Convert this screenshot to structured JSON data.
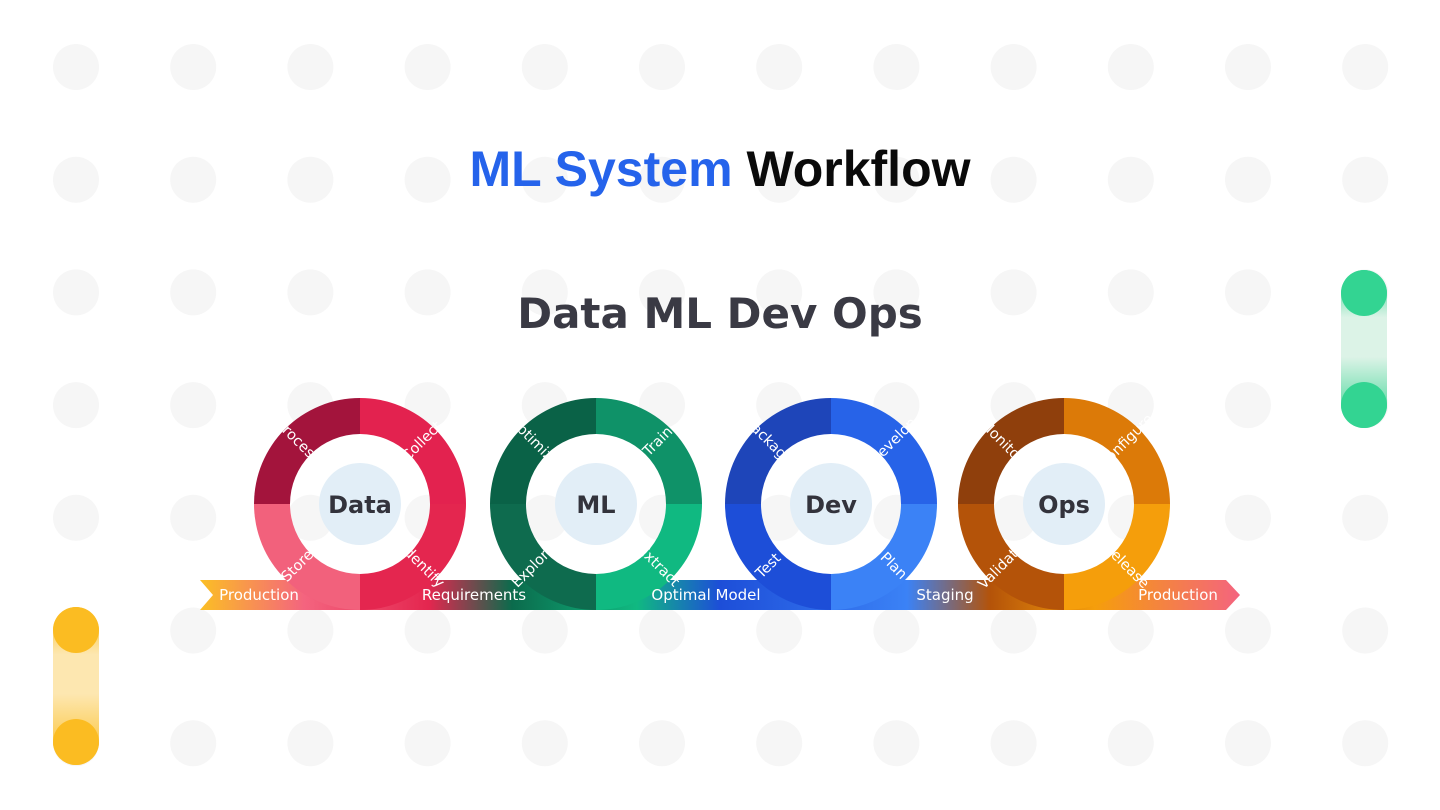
{
  "title": {
    "accent": "ML System",
    "rest": "Workflow"
  },
  "subtitle": "Data ML Dev Ops",
  "cycles": [
    {
      "name": "Data",
      "upper_left": "Process",
      "upper_right": "Collect",
      "lower_left": "Store",
      "lower_right": "Identify",
      "colors": {
        "upper_left": "#a3143c",
        "upper_right": "#e3224f",
        "lower_left": "#f2617c",
        "lower_right": "#e4264f"
      }
    },
    {
      "name": "ML",
      "upper_left": "Optimize",
      "upper_right": "Train",
      "lower_left": "Explore",
      "lower_right": "Extract",
      "colors": {
        "upper_left": "#0a6247",
        "upper_right": "#0f9268",
        "lower_left": "#0e6b4e",
        "lower_right": "#10b981"
      }
    },
    {
      "name": "Dev",
      "upper_left": "Package",
      "upper_right": "Develop",
      "lower_left": "Test",
      "lower_right": "Plan",
      "colors": {
        "upper_left": "#1e45b9",
        "upper_right": "#2763e8",
        "lower_left": "#1d4ed8",
        "lower_right": "#3b82f6"
      }
    },
    {
      "name": "Ops",
      "upper_left": "Monitor",
      "upper_right": "Configure",
      "lower_left": "Validate",
      "lower_right": "Release",
      "colors": {
        "upper_left": "#8f3f0c",
        "upper_right": "#dc7a08",
        "lower_left": "#b45309",
        "lower_right": "#f59e0b"
      }
    }
  ],
  "flow_labels": [
    "Production",
    "Requirements",
    "Optimal Model",
    "Staging",
    "Production"
  ],
  "colors": {
    "accent": "#2563eb",
    "inner_disc": "#e2eef7",
    "pill_green": "#33d492",
    "pill_yellow": "#fbbc22",
    "dot": "#f6f6f6"
  }
}
